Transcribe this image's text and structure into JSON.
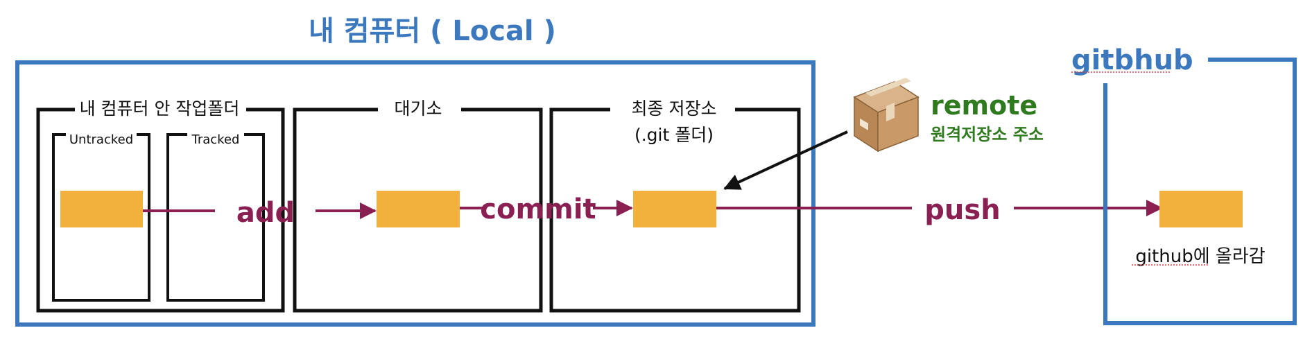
{
  "local": {
    "title": "내 컴퓨터 ( Local )",
    "working_folder": {
      "label": "내 컴퓨터 안 작업폴더",
      "untracked": "Untracked",
      "tracked": "Tracked"
    },
    "staging": {
      "label": "대기소"
    },
    "repository": {
      "label_line1": "최종 저장소",
      "label_line2": "(.git 폴더)"
    }
  },
  "operations": {
    "add": "add",
    "commit": "commit",
    "push": "push"
  },
  "remote": {
    "title": "remote",
    "subtitle": "원격저장소 주소",
    "icon": "package-box"
  },
  "github": {
    "title": "gitbhub",
    "file_label": "github에 올라감"
  },
  "colors": {
    "blue_frame": "#3b78bd",
    "arrow": "#8a1f52",
    "file": "#f2b13d",
    "remote_green": "#2f7a1f",
    "black_frame": "#111111"
  }
}
